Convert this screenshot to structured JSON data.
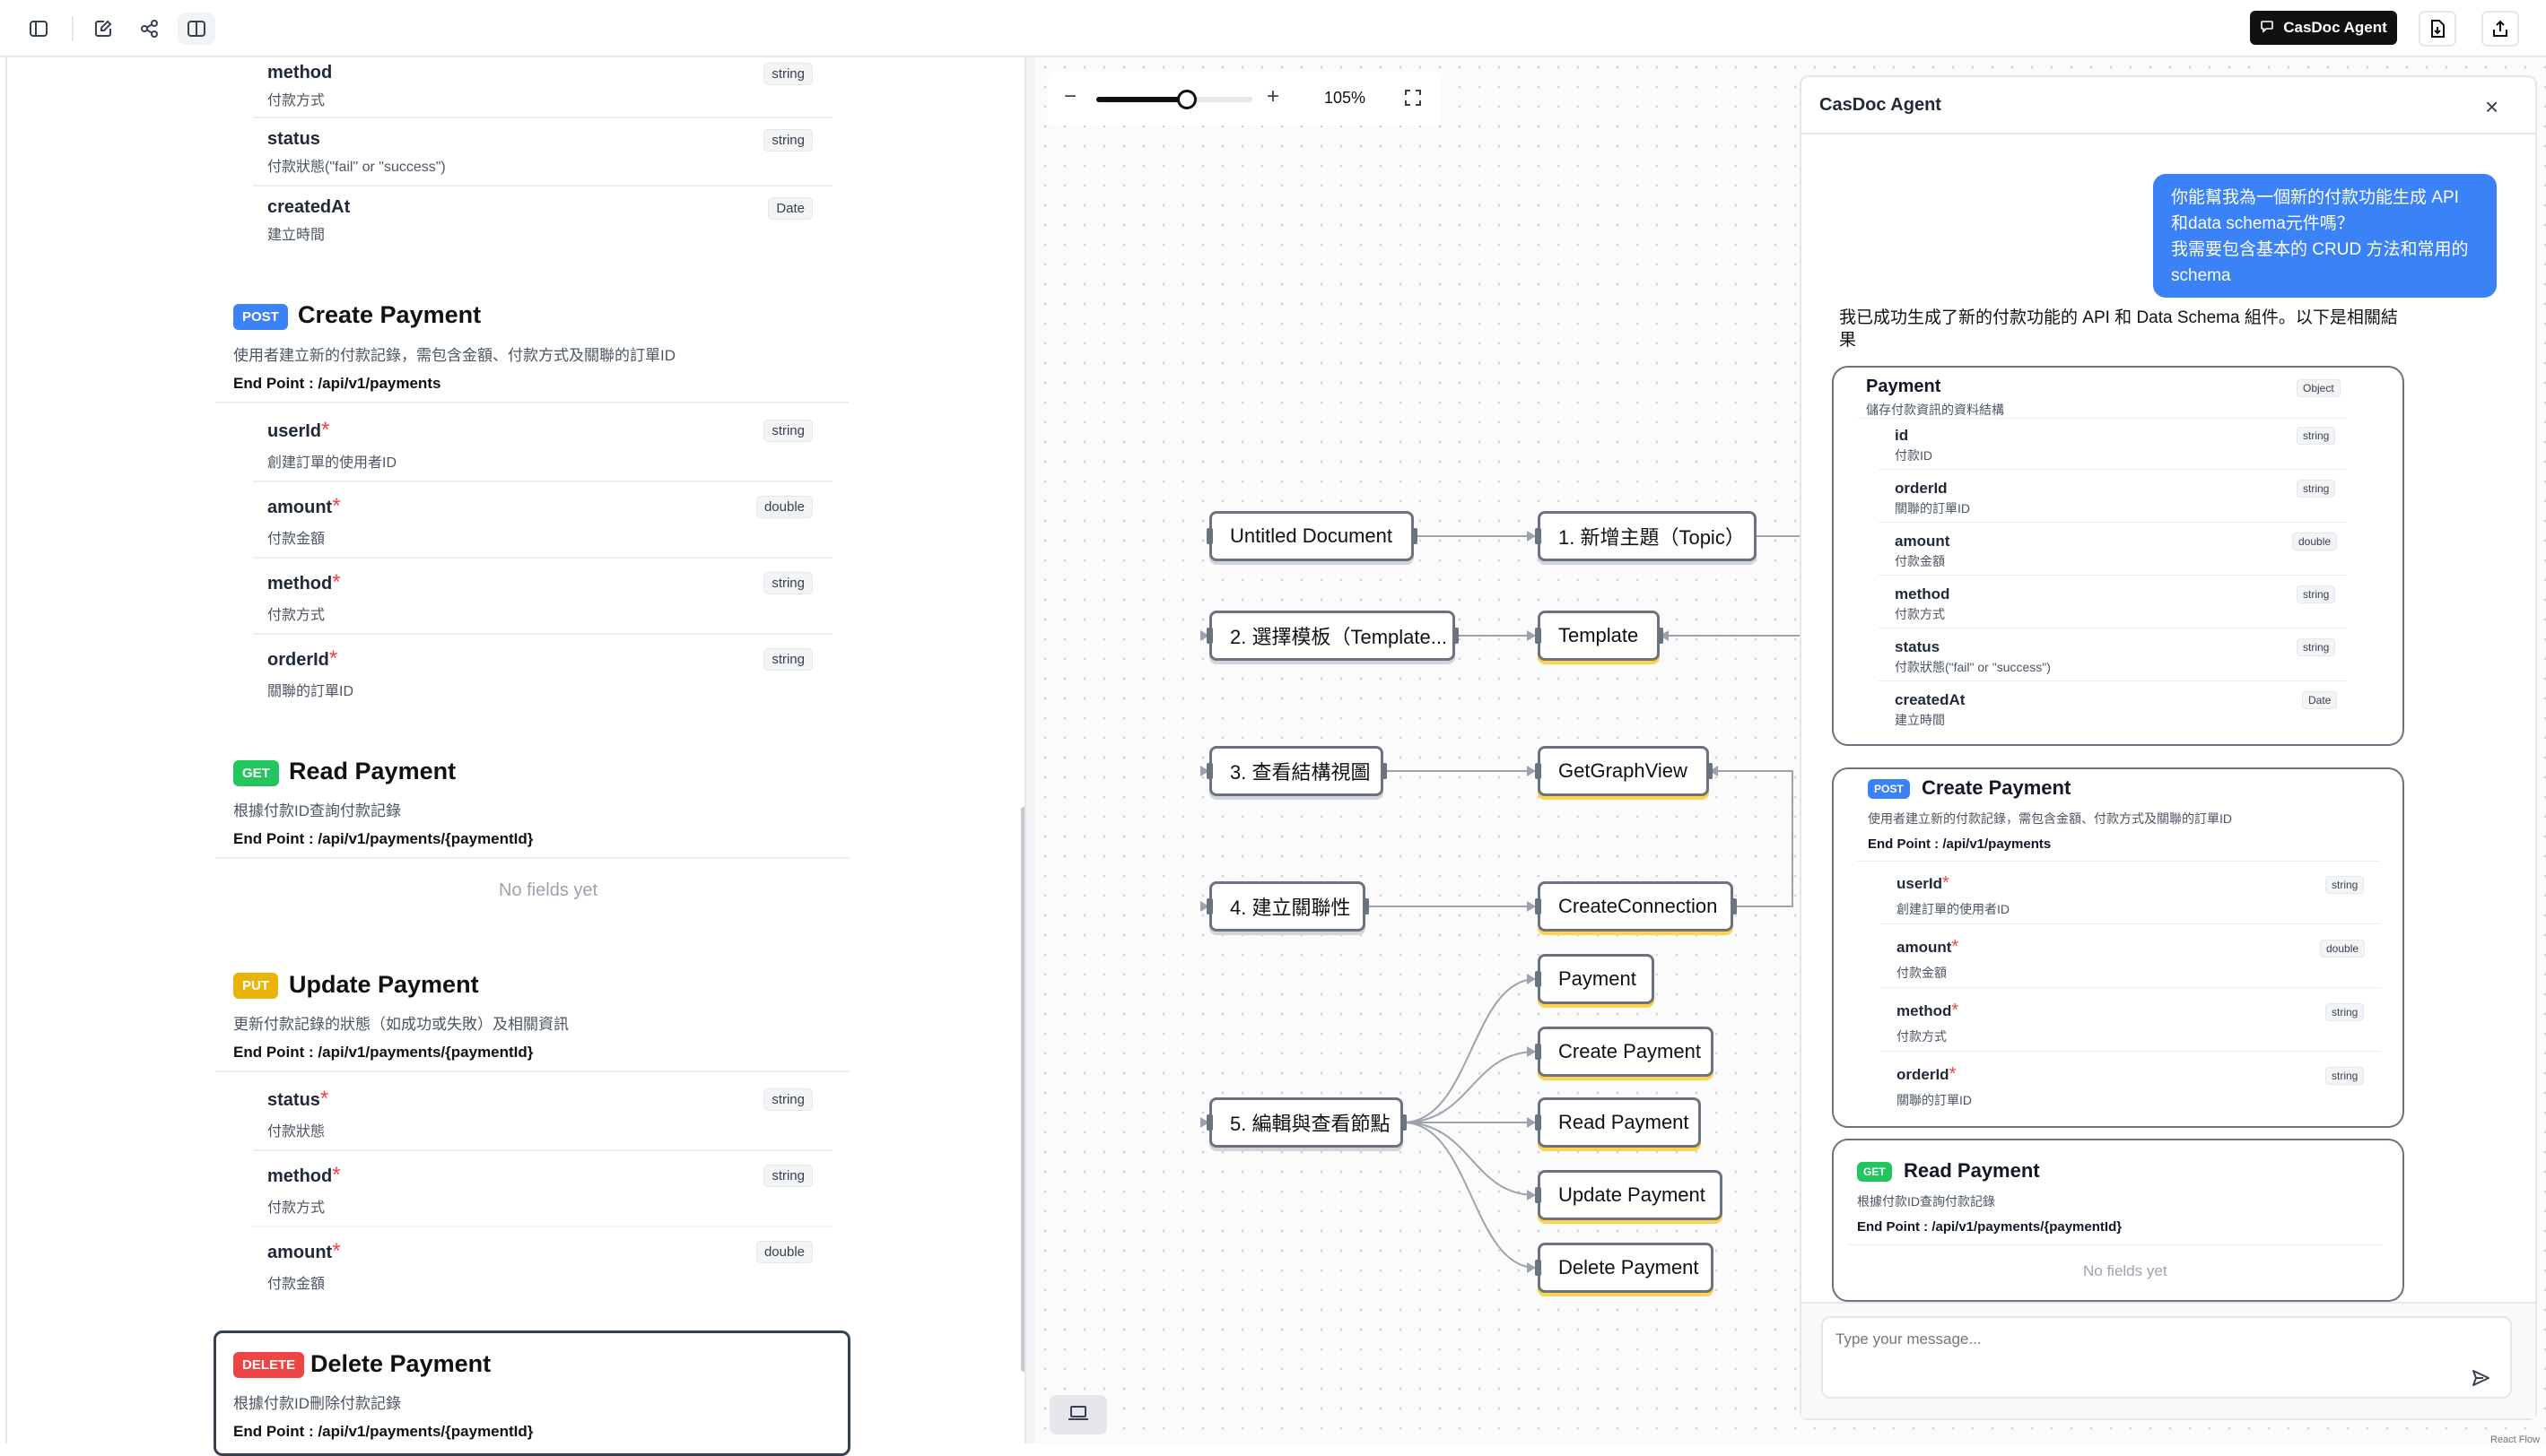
{
  "toolbar": {
    "agent_button_label": "CasDoc Agent"
  },
  "left_doc": {
    "payment_fields_tail": [
      {
        "name": "method",
        "desc": "付款方式",
        "type": "string"
      },
      {
        "name": "status",
        "desc": "付款狀態(\"fail\" or \"success\")",
        "type": "string"
      },
      {
        "name": "createdAt",
        "desc": "建立時間",
        "type": "Date"
      }
    ],
    "create": {
      "method": "POST",
      "title": "Create Payment",
      "desc": "使用者建立新的付款記錄，需包含金額、付款方式及關聯的訂單ID",
      "endpoint": "End Point : /api/v1/payments",
      "fields": [
        {
          "name": "userId",
          "desc": "創建訂單的使用者ID",
          "type": "string"
        },
        {
          "name": "amount",
          "desc": "付款金額",
          "type": "double"
        },
        {
          "name": "method",
          "desc": "付款方式",
          "type": "string"
        },
        {
          "name": "orderId",
          "desc": "關聯的訂單ID",
          "type": "string"
        }
      ]
    },
    "read": {
      "method": "GET",
      "title": "Read Payment",
      "desc": "根據付款ID查詢付款記錄",
      "endpoint": "End Point : /api/v1/payments/{paymentId}",
      "empty": "No fields yet"
    },
    "update": {
      "method": "PUT",
      "title": "Update Payment",
      "desc": "更新付款記錄的狀態（如成功或失敗）及相關資訊",
      "endpoint": "End Point : /api/v1/payments/{paymentId}",
      "fields": [
        {
          "name": "status",
          "desc": "付款狀態",
          "type": "string"
        },
        {
          "name": "method",
          "desc": "付款方式",
          "type": "string"
        },
        {
          "name": "amount",
          "desc": "付款金額",
          "type": "double"
        }
      ]
    },
    "delete": {
      "method": "DELETE",
      "title": "Delete Payment",
      "desc": "根據付款ID刪除付款記錄",
      "endpoint": "End Point : /api/v1/payments/{paymentId}"
    }
  },
  "zoom": {
    "minus": "−",
    "plus": "+",
    "level_text": "105%",
    "level_fraction": 0.58
  },
  "graph": {
    "nodes": {
      "untitled": "Untitled Document",
      "topic": "1. 新增主題（Topic）",
      "template_step": "2. 選擇模板（Template...",
      "template": "Template",
      "graph_step": "3. 查看結構視圖",
      "get_graph_view": "GetGraphView",
      "connect_step": "4. 建立關聯性",
      "create_connection": "CreateConnection",
      "edit_step": "5. 編輯與查看節點",
      "payment": "Payment",
      "create_payment": "Create Payment",
      "read_payment": "Read Payment",
      "update_payment": "Update Payment",
      "delete_payment": "Delete Payment"
    },
    "attribution": "React Flow"
  },
  "agent": {
    "title": "CasDoc Agent",
    "user_message": "你能幫我為一個新的付款功能生成 API 和data schema元件嗎？\n我需要包含基本的 CRUD 方法和常用的 schema",
    "bot_message": "我已成功生成了新的付款功能的 API 和 Data Schema 組件。以下是相關結果",
    "schema_card": {
      "title": "Payment",
      "type": "Object",
      "subtitle": "儲存付款資訊的資料結構",
      "fields": [
        {
          "name": "id",
          "desc": "付款ID",
          "type": "string"
        },
        {
          "name": "orderId",
          "desc": "關聯的訂單ID",
          "type": "string"
        },
        {
          "name": "amount",
          "desc": "付款金額",
          "type": "double"
        },
        {
          "name": "method",
          "desc": "付款方式",
          "type": "string"
        },
        {
          "name": "status",
          "desc": "付款狀態(\"fail\" or \"success\")",
          "type": "string"
        },
        {
          "name": "createdAt",
          "desc": "建立時間",
          "type": "Date"
        }
      ]
    },
    "create_card": {
      "method": "POST",
      "title": "Create Payment",
      "desc": "使用者建立新的付款記錄，需包含金額、付款方式及關聯的訂單ID",
      "endpoint": "End Point : /api/v1/payments",
      "fields": [
        {
          "name": "userId",
          "desc": "創建訂單的使用者ID",
          "type": "string"
        },
        {
          "name": "amount",
          "desc": "付款金額",
          "type": "double"
        },
        {
          "name": "method",
          "desc": "付款方式",
          "type": "string"
        },
        {
          "name": "orderId",
          "desc": "關聯的訂單ID",
          "type": "string"
        }
      ]
    },
    "read_card": {
      "method": "GET",
      "title": "Read Payment",
      "desc": "根據付款ID查詢付款記錄",
      "endpoint": "End Point : /api/v1/payments/{paymentId}",
      "empty": "No fields yet"
    },
    "input_placeholder": "Type your message..."
  },
  "colors": {
    "post": "#3b82f6",
    "get": "#22c55e",
    "put": "#eab308",
    "delete": "#ef4444",
    "user_bubble": "#3b82f6"
  }
}
